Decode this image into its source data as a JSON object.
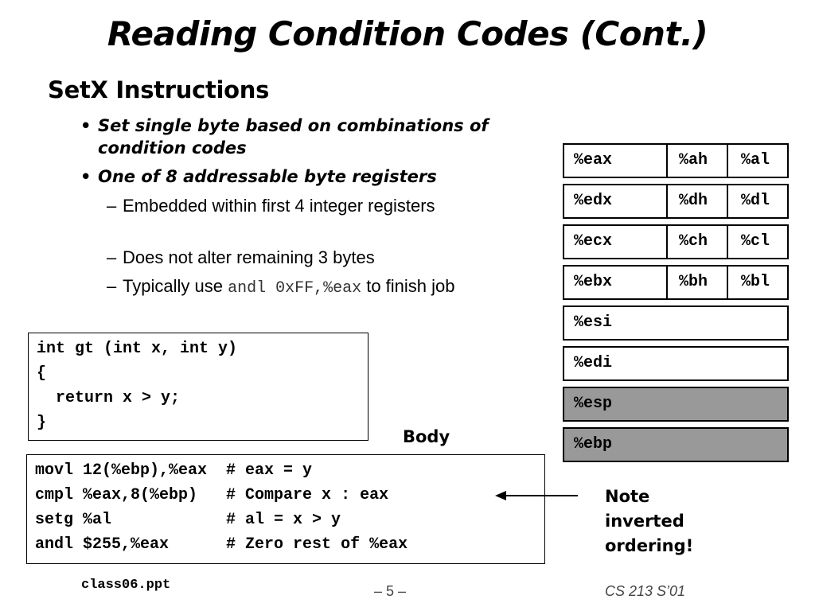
{
  "title": "Reading Condition Codes (Cont.)",
  "subtitle": "SetX Instructions",
  "bullets": [
    {
      "mark": "•",
      "text": "Set single byte based on combinations of condition codes"
    },
    {
      "mark": "•",
      "text": "One of 8 addressable byte registers"
    }
  ],
  "subbullets": {
    "dash": "–",
    "s1": "Embedded within first 4 integer registers",
    "s2": "Does not alter remaining 3 bytes",
    "s3_pre": "Typically use ",
    "s3_code": "andl 0xFF,%eax",
    "s3_post": " to finish job"
  },
  "c_code": [
    "int gt (int x, int y)",
    "{",
    "  return x > y;",
    "}"
  ],
  "body_label": "Body",
  "asm_code": [
    "movl 12(%ebp),%eax  # eax = y",
    "cmpl %eax,8(%ebp)   # Compare x : eax",
    "setg %al            # al = x > y",
    "andl $255,%eax      # Zero rest of %eax"
  ],
  "registers": [
    {
      "name": "%eax",
      "hi": "%ah",
      "lo": "%al",
      "shaded": false
    },
    {
      "name": "%edx",
      "hi": "%dh",
      "lo": "%dl",
      "shaded": false
    },
    {
      "name": "%ecx",
      "hi": "%ch",
      "lo": "%cl",
      "shaded": false
    },
    {
      "name": "%ebx",
      "hi": "%bh",
      "lo": "%bl",
      "shaded": false
    },
    {
      "name": "%esi",
      "shaded": false
    },
    {
      "name": "%edi",
      "shaded": false
    },
    {
      "name": "%esp",
      "shaded": true
    },
    {
      "name": "%ebp",
      "shaded": true
    }
  ],
  "register_shade_color": "#999999",
  "note": [
    "Note",
    "inverted",
    "ordering!"
  ],
  "footer": {
    "file": "class06.ppt",
    "page": "– 5 –",
    "course": "CS 213 S’01"
  }
}
